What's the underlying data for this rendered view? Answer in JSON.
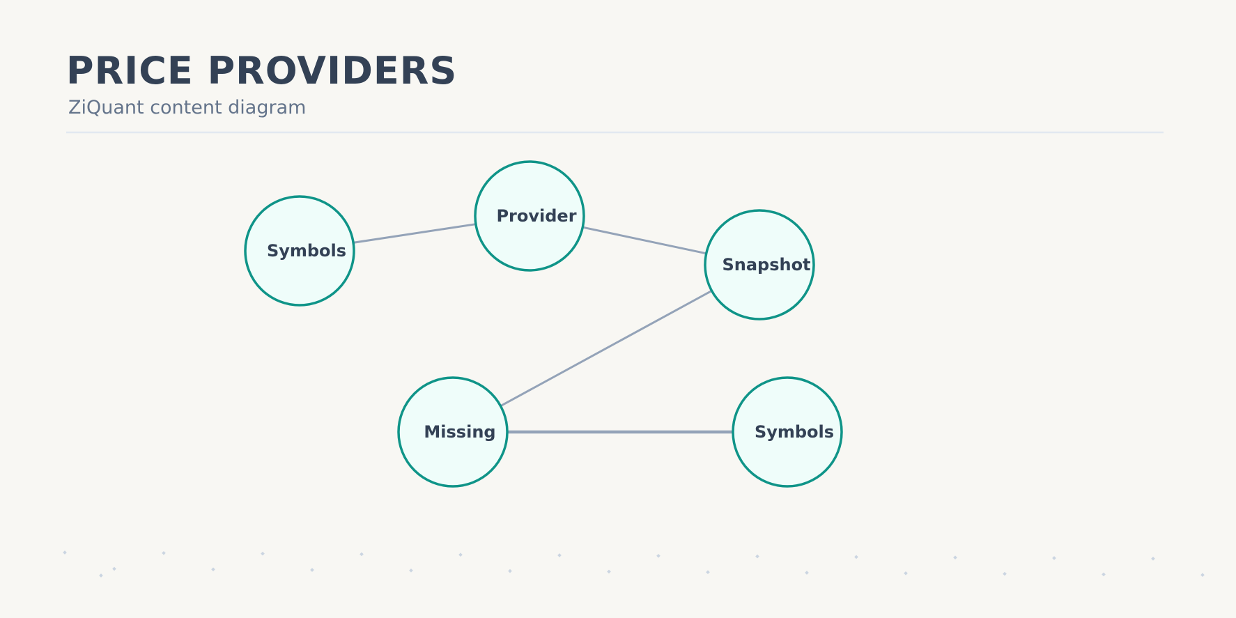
{
  "header": {
    "title": "PRICE PROVIDERS",
    "subtitle": "ZiQuant content diagram"
  },
  "diagram": {
    "nodes": [
      {
        "id": "symbols-left",
        "label": "Symbols"
      },
      {
        "id": "provider",
        "label": "Provider"
      },
      {
        "id": "snapshot",
        "label": "Snapshot"
      },
      {
        "id": "missing",
        "label": "Missing"
      },
      {
        "id": "symbols-right",
        "label": "Symbols"
      }
    ],
    "edges": [
      {
        "from": "symbols-left",
        "to": "provider"
      },
      {
        "from": "provider",
        "to": "snapshot"
      },
      {
        "from": "snapshot",
        "to": "missing"
      },
      {
        "from": "missing",
        "to": "symbols-right"
      }
    ]
  },
  "colors": {
    "node_stroke": "#0f9488",
    "node_fill": "#effdfa",
    "edge": "#94a3b8",
    "title": "#334155",
    "subtitle": "#64748b"
  }
}
